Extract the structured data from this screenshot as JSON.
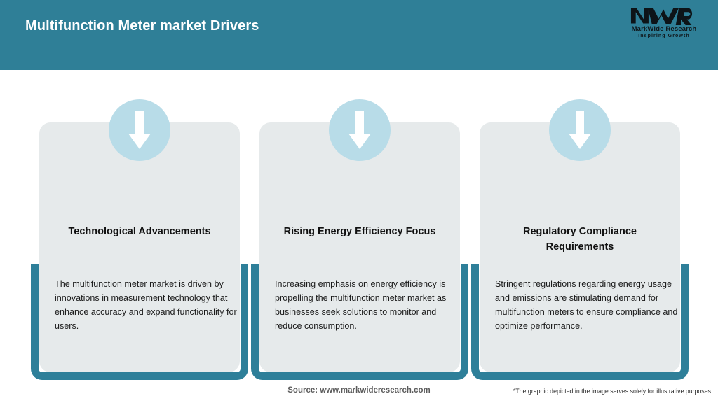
{
  "header": {
    "title": "Multifunction Meter market Drivers",
    "bar_color": "#2F7F97"
  },
  "logo": {
    "mark": "mwr-monogram",
    "name": "MarkWide Research",
    "tagline": "Inspiring Growth"
  },
  "theme": {
    "teal": "#2E7F99",
    "card_bg": "#E6EAEB",
    "circle_bg": "#B8DCE8",
    "arrow": "#FFFFFF"
  },
  "cards": [
    {
      "icon": "arrow-down-icon",
      "title": "Technological Advancements",
      "body": "The multifunction meter market is driven by innovations in measurement technology that enhance accuracy and expand functionality for users."
    },
    {
      "icon": "arrow-down-icon",
      "title": "Rising Energy Efficiency Focus",
      "body": "Increasing emphasis on energy efficiency is propelling the multifunction meter market as businesses seek solutions to monitor and reduce consumption."
    },
    {
      "icon": "arrow-down-icon",
      "title": "Regulatory Compliance Requirements",
      "body": "Stringent regulations regarding energy usage and emissions are stimulating demand for multifunction meters to ensure compliance and optimize performance."
    }
  ],
  "footer": {
    "source": "Source: www.markwideresearch.com",
    "note": "*The graphic depicted in the image serves solely for illustrative purposes"
  }
}
